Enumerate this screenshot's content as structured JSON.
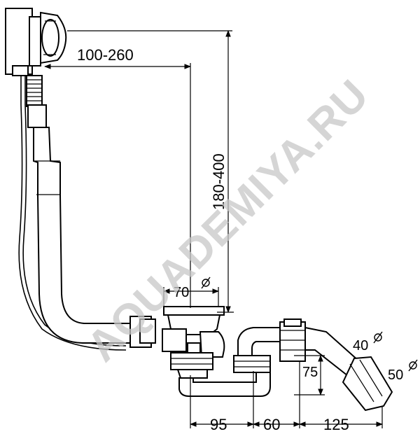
{
  "watermark": "AQUADEMIYA.RU",
  "dimensions": {
    "overflow_reach": "100-260",
    "height_range": "180-400",
    "outlet_diameter": "70",
    "dim_95": "95",
    "dim_60": "60",
    "dim_125": "125",
    "dim_75": "75",
    "pipe_40": "40",
    "pipe_50": "50"
  }
}
